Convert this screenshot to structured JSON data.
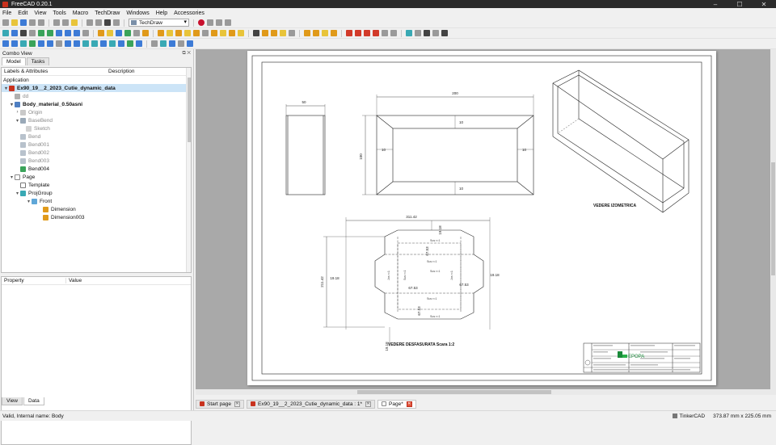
{
  "window": {
    "title": "FreeCAD 0.20.1"
  },
  "menu": [
    "File",
    "Edit",
    "View",
    "Tools",
    "Macro",
    "TechDraw",
    "Windows",
    "Help",
    "Accessories"
  ],
  "toolbar": {
    "workbench": "TechDraw"
  },
  "combo_view": {
    "title": "Combo View",
    "tabs": [
      "Model",
      "Tasks"
    ],
    "tree_headers": {
      "labels": "Labels & Attributes",
      "description": "Description"
    },
    "tree": {
      "application": "Application",
      "items": [
        {
          "label": "Ex90_19__2_2023_Cutie_dynamic_data",
          "icon": "document-icon"
        },
        {
          "label": "dd",
          "icon": "body-icon"
        },
        {
          "label": "Body_material_0.50asni",
          "icon": "body-icon"
        },
        {
          "label": "Origin",
          "icon": "origin-icon"
        },
        {
          "label": "BaseBend",
          "icon": "basebend-icon"
        },
        {
          "label": "Sketch",
          "icon": "sketch-icon"
        },
        {
          "label": "Bend",
          "icon": "bend-icon"
        },
        {
          "label": "Bend001",
          "icon": "bend-icon"
        },
        {
          "label": "Bend002",
          "icon": "bend-icon"
        },
        {
          "label": "Bend003",
          "icon": "bend-icon"
        },
        {
          "label": "Bend004",
          "icon": "bend-icon"
        },
        {
          "label": "Page",
          "icon": "page-icon"
        },
        {
          "label": "Template",
          "icon": "template-icon"
        },
        {
          "label": "ProjGroup",
          "icon": "projgroup-icon"
        },
        {
          "label": "Front",
          "icon": "view-icon"
        },
        {
          "label": "Dimension",
          "icon": "dimension-icon"
        },
        {
          "label": "Dimension003",
          "icon": "dimension-icon"
        }
      ]
    },
    "props_headers": {
      "property": "Property",
      "value": "Value"
    },
    "bottom_tabs": [
      "View",
      "Data"
    ]
  },
  "drawing": {
    "dims": {
      "top_width": "50",
      "front_width": "200",
      "front_height": "100",
      "inner_top": "10",
      "inner_left": "10",
      "inner_right": "10",
      "inner_bottom": "10",
      "unfold_width": "311.42",
      "unfold_height": "211.42",
      "flap_left": "19.18",
      "flap_right": "19.18",
      "flap_bottom": "19.18",
      "flap_top": "19.18",
      "inner_a": "67.53",
      "inner_b": "67.53",
      "inner_c": "67.53",
      "inner_d": "67.53"
    },
    "bend_labels": [
      "Sus r=1",
      "Sus r=1",
      "Sus r=1",
      "Jos r=1",
      "Jos r=1",
      "Sus r=1",
      "Sus r=1",
      "Sus r=1"
    ],
    "labels": {
      "iso": "VEDERE IZOMETRICA",
      "unfolded": "VEDERE DESFASURATA Scara 1:2",
      "logo": "EPOPA"
    }
  },
  "doc_tabs": [
    {
      "label": "Start page",
      "active": false
    },
    {
      "label": "Ex90_19__2_2023_Cutie_dynamic_data : 1*",
      "active": false
    },
    {
      "label": "Page*",
      "active": true
    }
  ],
  "status": {
    "message": "Valid, Internal name: Body",
    "nav_style": "TinkerCAD",
    "dimensions": "373.87 mm x 225.05 mm"
  }
}
